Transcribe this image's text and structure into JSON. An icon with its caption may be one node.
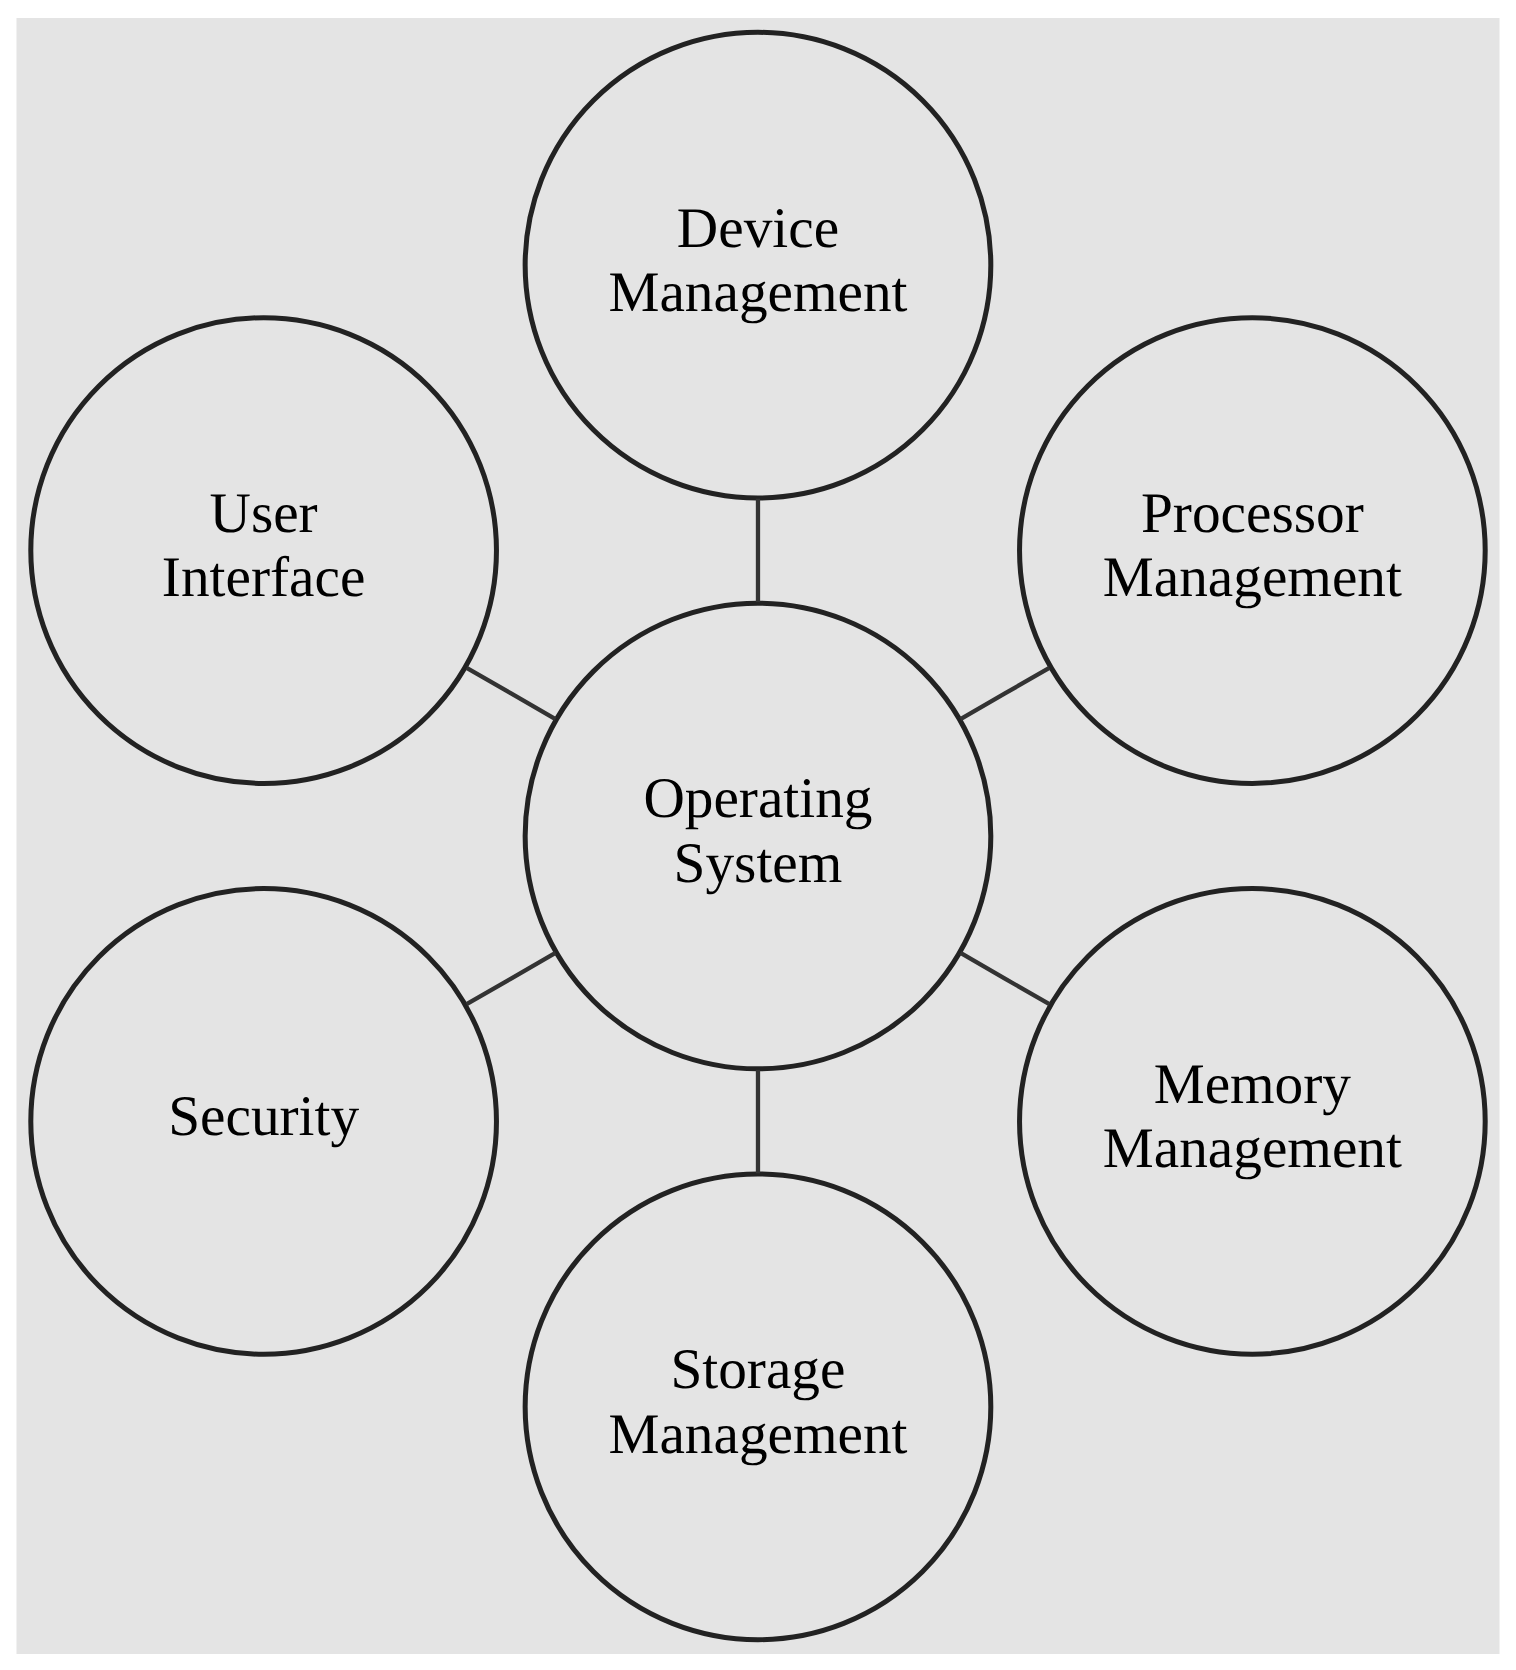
{
  "diagram": {
    "nodes": [
      {
        "text": [
          "Operating System"
        ]
      },
      {
        "text": [
          "Processor Management"
        ]
      },
      {
        "text": [
          "Device Management"
        ]
      },
      {
        "text": [
          "User Interface"
        ]
      },
      {
        "text": [
          "Security"
        ]
      },
      {
        "text": [
          "Storage Management"
        ]
      },
      {
        "text": [
          "Memory Management"
        ]
      }
    ],
    "edges": [
      {
        "from": 0,
        "to": 1,
        "arrow": "none"
      },
      {
        "from": 0,
        "to": 2,
        "arrow": "none"
      },
      {
        "from": 0,
        "to": 3,
        "arrow": "none"
      },
      {
        "from": 0,
        "to": 4,
        "arrow": "none"
      },
      {
        "from": 0,
        "to": 5,
        "arrow": "none"
      },
      {
        "from": 0,
        "to": 6,
        "arrow": "none"
      }
    ]
  }
}
